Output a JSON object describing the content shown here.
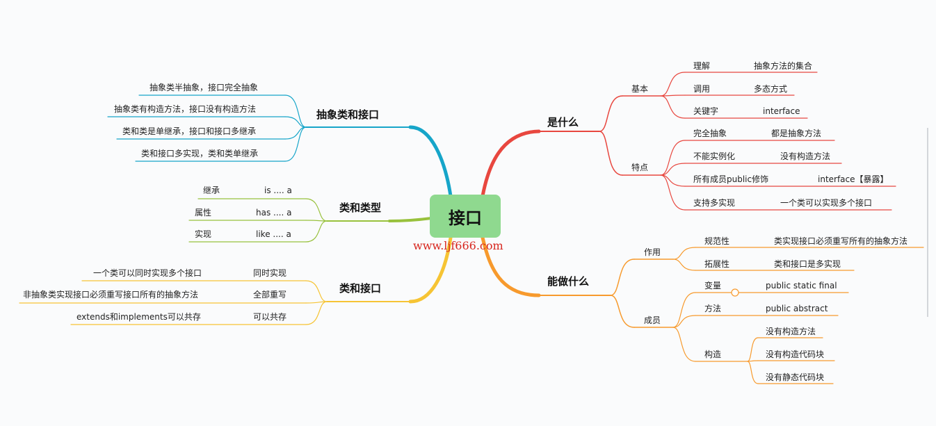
{
  "root": "接口",
  "watermark": "www.ljf666.com",
  "colors": {
    "red": "#e8473f",
    "orange": "#f79a2d",
    "blue": "#16a5c9",
    "green": "#98c13c",
    "yellow": "#f6c434",
    "root_fill": "#8fd98f"
  },
  "right": {
    "what": {
      "title": "是什么",
      "basic": {
        "label": "基本",
        "rows": [
          {
            "k": "理解",
            "v": "抽象方法的集合"
          },
          {
            "k": "调用",
            "v": "多态方式"
          },
          {
            "k": "关键字",
            "v": "interface"
          }
        ]
      },
      "feature": {
        "label": "特点",
        "rows": [
          {
            "k": "完全抽象",
            "v": "都是抽象方法"
          },
          {
            "k": "不能实例化",
            "v": "没有构造方法"
          },
          {
            "k": "所有成员public修饰",
            "v": "interface【暴露】"
          },
          {
            "k": "支持多实现",
            "v": "一个类可以实现多个接口"
          }
        ]
      }
    },
    "can": {
      "title": "能做什么",
      "effect": {
        "label": "作用",
        "rows": [
          {
            "k": "规范性",
            "v": "类实现接口必须重写所有的抽象方法"
          },
          {
            "k": "拓展性",
            "v": "类和接口是多实现"
          }
        ]
      },
      "member": {
        "label": "成员",
        "rows": [
          {
            "k": "变量",
            "v": "public static final"
          },
          {
            "k": "方法",
            "v": "public abstract"
          }
        ],
        "construct": {
          "label": "构造",
          "items": [
            "没有构造方法",
            "没有构造代码块",
            "没有静态代码块"
          ]
        }
      }
    }
  },
  "left": {
    "abstract": {
      "title": "抽象类和接口",
      "items": [
        "抽象类半抽象，接口完全抽象",
        "抽象类有构造方法，接口没有构造方法",
        "类和类是单继承，接口和接口多继承",
        "类和接口多实现，类和类单继承"
      ]
    },
    "type": {
      "title": "类和类型",
      "rows": [
        {
          "k": "继承",
          "v": "is .... a"
        },
        {
          "k": "属性",
          "v": "has .... a"
        },
        {
          "k": "实现",
          "v": "like .... a"
        }
      ]
    },
    "ci": {
      "title": "类和接口",
      "rows": [
        {
          "k": "一个类可以同时实现多个接口",
          "v": "同时实现"
        },
        {
          "k": "非抽象类实现接口必须重写接口所有的抽象方法",
          "v": "全部重写"
        },
        {
          "k": "extends和implements可以共存",
          "v": "可以共存"
        }
      ]
    }
  }
}
